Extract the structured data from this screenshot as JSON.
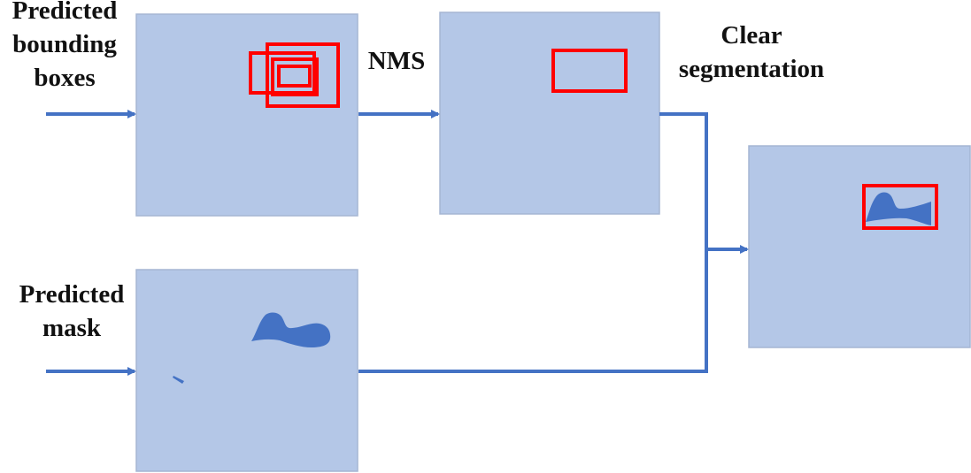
{
  "labels": {
    "predicted_boxes": [
      "Predicted",
      "bounding",
      "boxes"
    ],
    "predicted_mask": [
      "Predicted",
      "mask"
    ],
    "nms": "NMS",
    "clear_segmentation": [
      "Clear",
      "segmentation"
    ]
  },
  "colors": {
    "panel_fill": "#b4c7e7",
    "panel_border": "#a5b6d3",
    "arrow": "#4472c4",
    "box_red": "#ff0000",
    "mask_blue": "#4472c4"
  },
  "icons": {
    "arrow": "arrow-right-icon"
  }
}
